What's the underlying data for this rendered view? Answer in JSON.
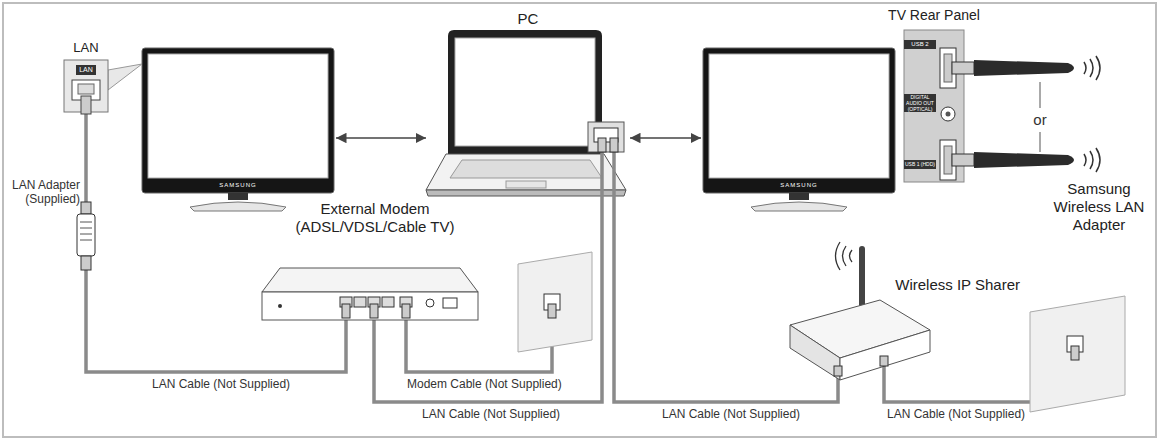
{
  "diagram": {
    "nodes": [
      {
        "text": [
          "SAMSUNG"
        ]
      },
      {
        "text": [
          "LAN",
          "LAN"
        ]
      },
      {
        "text": [
          "PC"
        ]
      },
      {
        "text": [
          "SAMSUNG"
        ]
      },
      {
        "text": [
          "TV Rear Panel",
          "USB 2",
          "DIGITAL AUDIO OUT (OPTICAL)",
          "USB 1 (HDD)"
        ]
      },
      {
        "text": [
          "External Modem (ADSL/VDSL/Cable TV)"
        ]
      },
      {
        "text": [
          "Wireless IP Sharer"
        ]
      }
    ],
    "edges": [
      {
        "from": 0,
        "to": 2,
        "arrow": "both"
      },
      {
        "from": 2,
        "to": 3,
        "arrow": "both"
      },
      {
        "from": 1,
        "to": 5,
        "arrow": "none",
        "label": "LAN Cable (Not Supplied)"
      },
      {
        "from": 5,
        "to": 2,
        "arrow": "none",
        "label": "LAN Cable (Not Supplied)"
      },
      {
        "from": 2,
        "to": 6,
        "arrow": "none",
        "label": "LAN Cable (Not Supplied)"
      }
    ],
    "labels": [
      "LAN Adapter (Supplied)",
      "Modem Cable (Not Supplied)",
      "LAN Cable (Not Supplied)",
      "or",
      "Samsung Wireless LAN Adapter"
    ]
  }
}
